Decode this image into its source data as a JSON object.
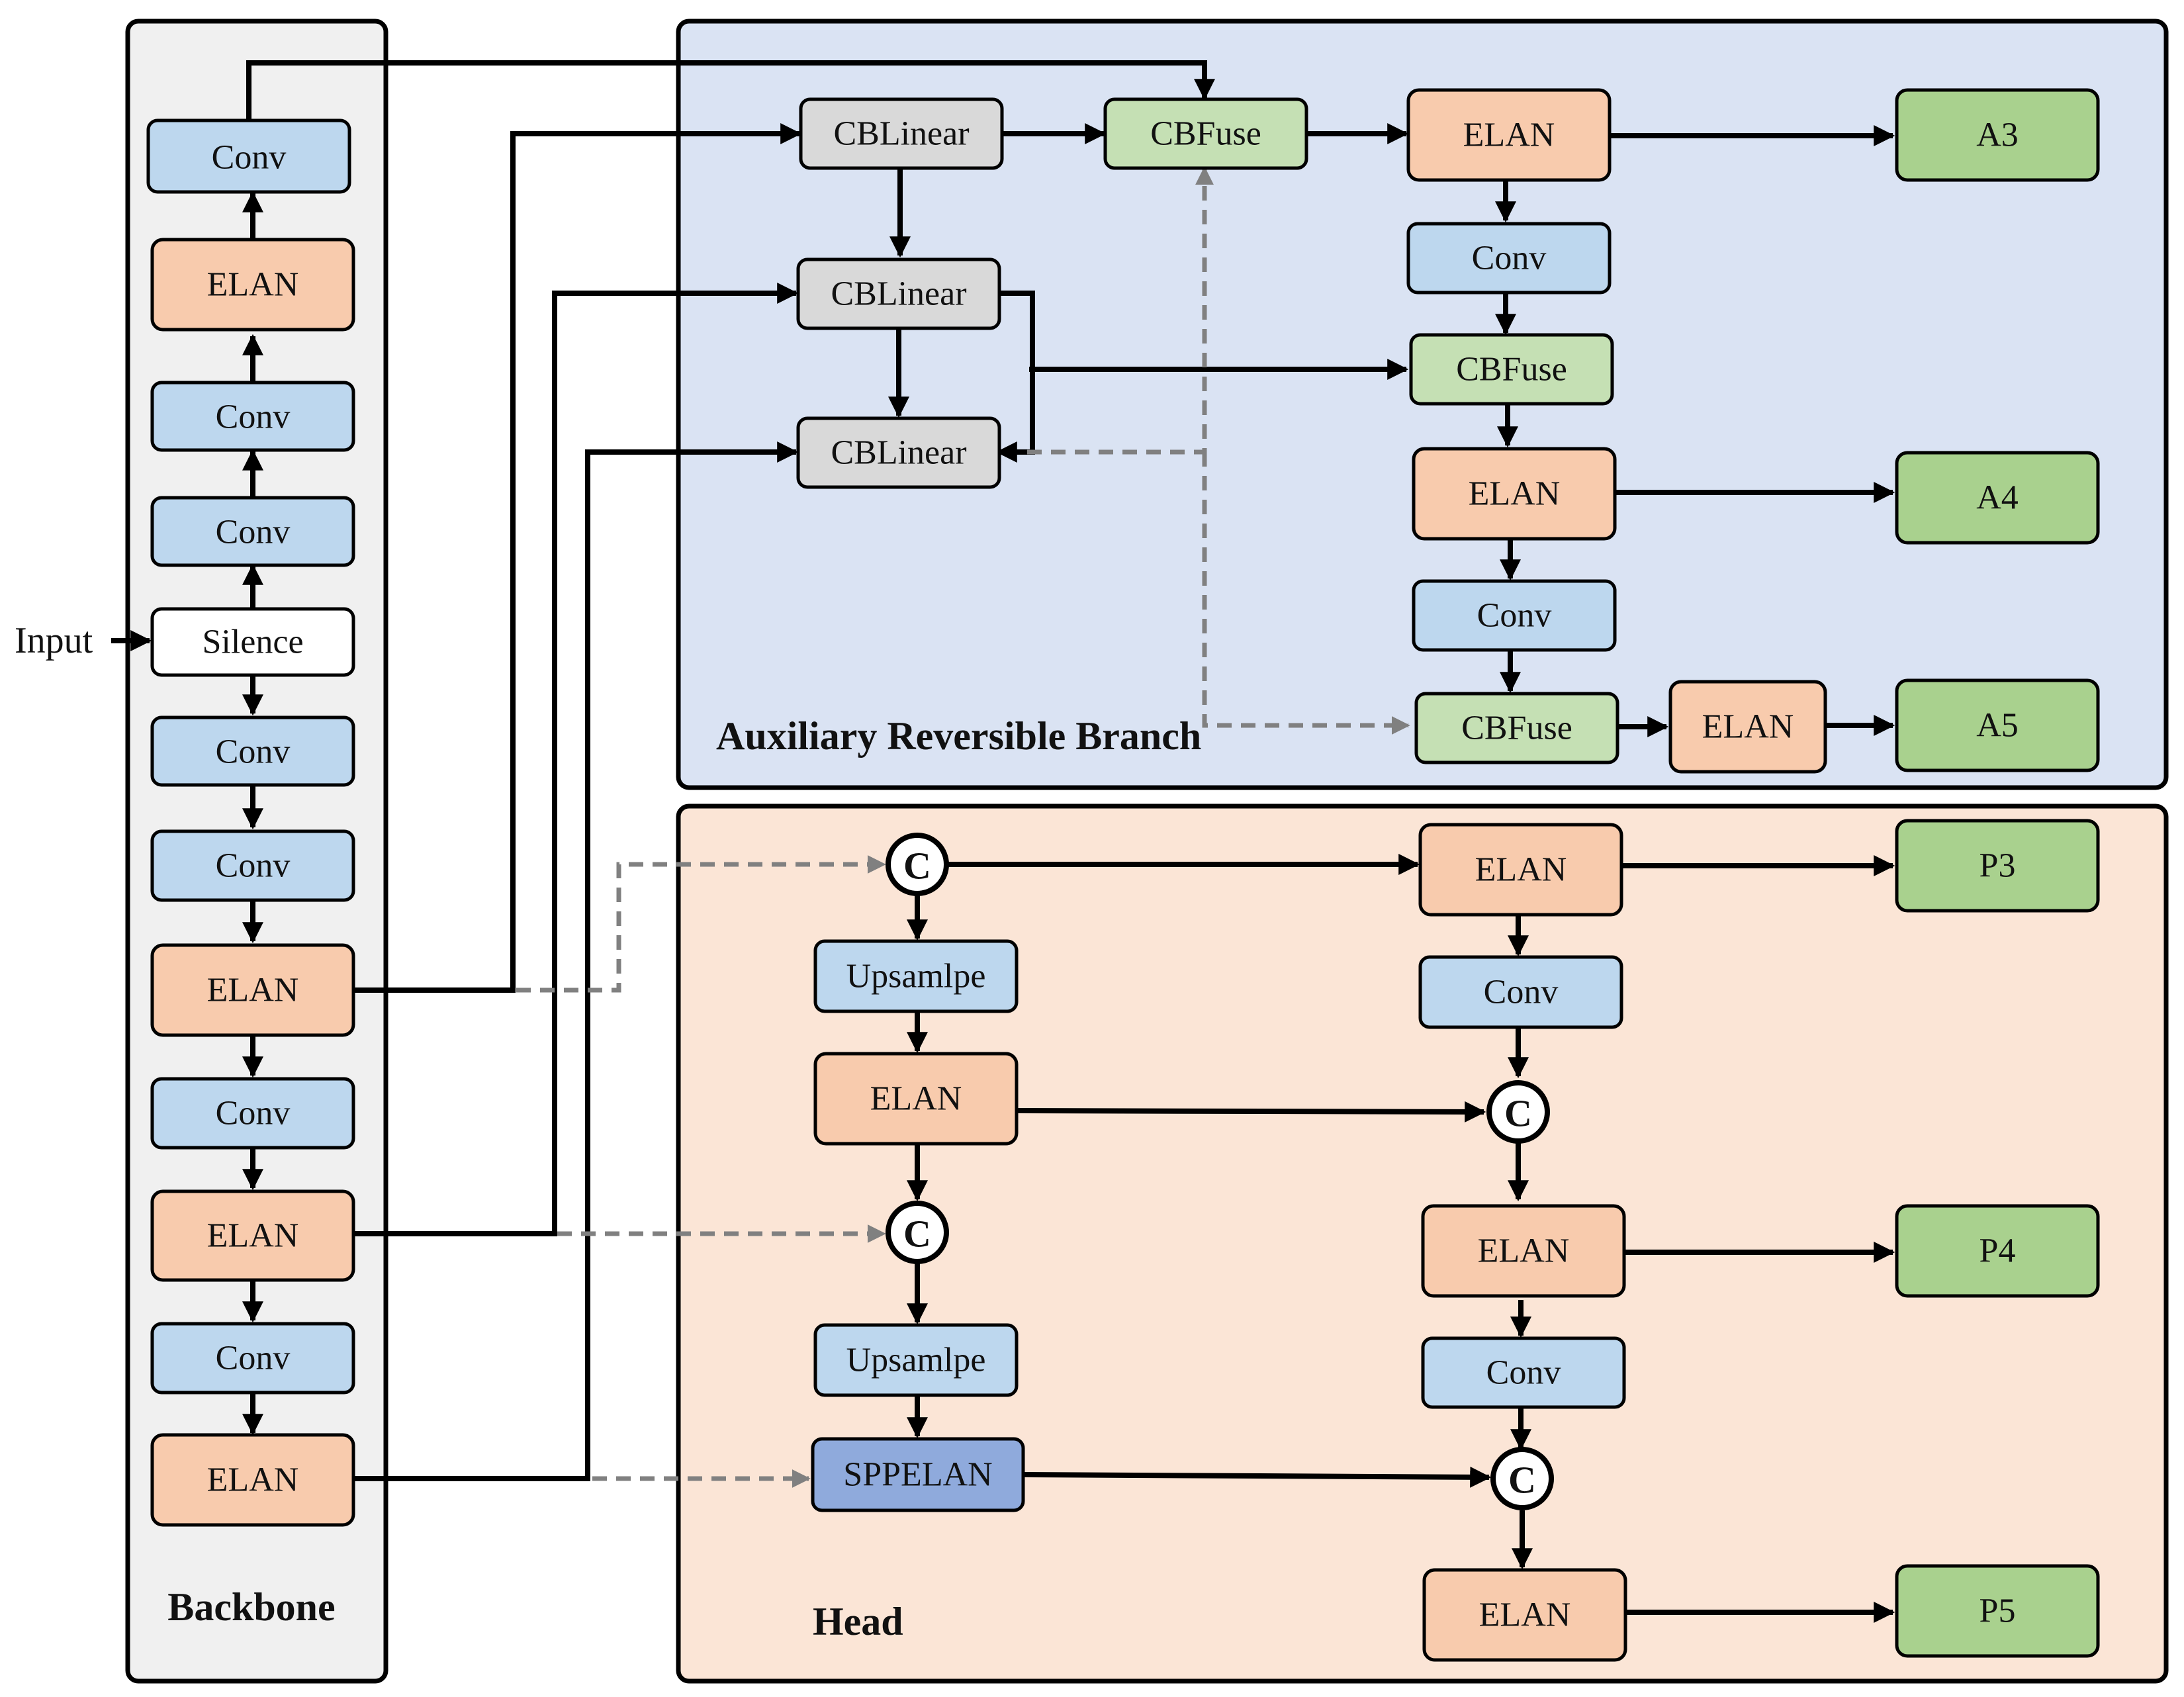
{
  "panels": {
    "backbone": "Backbone",
    "aux": "Auxiliary Reversible Branch",
    "head": "Head"
  },
  "input_label": "Input",
  "colors": {
    "backbone_panel": "#f0f0f0",
    "aux_panel": "#dae3f3",
    "head_panel": "#fbe5d6",
    "conv": "#bdd7ee",
    "elan": "#f8cbad",
    "cblinear": "#d9d9d9",
    "cbfuse": "#c5e0b4",
    "output": "#a9d18e",
    "silence": "#ffffff",
    "upsample": "#bdd7ee",
    "sppelan": "#8faadc",
    "dashed_line": "#808080"
  },
  "nodes": {
    "bb_conv_top": "Conv",
    "bb_elan_4": "ELAN",
    "bb_conv_up2": "Conv",
    "bb_conv_up1": "Conv",
    "bb_silence": "Silence",
    "bb_conv_1": "Conv",
    "bb_conv_2": "Conv",
    "bb_elan_1": "ELAN",
    "bb_conv_3": "Conv",
    "bb_elan_2": "ELAN",
    "bb_conv_4": "Conv",
    "bb_elan_3": "ELAN",
    "aux_cblinear_1": "CBLinear",
    "aux_cblinear_2": "CBLinear",
    "aux_cblinear_3": "CBLinear",
    "aux_cbfuse_1": "CBFuse",
    "aux_elan_1": "ELAN",
    "aux_a3": "A3",
    "aux_conv_1": "Conv",
    "aux_cbfuse_2": "CBFuse",
    "aux_elan_2": "ELAN",
    "aux_a4": "A4",
    "aux_conv_2": "Conv",
    "aux_cbfuse_3": "CBFuse",
    "aux_elan_3": "ELAN",
    "aux_a5": "A5",
    "head_concat_1": "C",
    "head_upsample_1": "Upsamlpe",
    "head_elan_1": "ELAN",
    "head_concat_2": "C",
    "head_upsample_2": "Upsamlpe",
    "head_sppelan": "SPPELAN",
    "head_elan_p3": "ELAN",
    "head_p3": "P3",
    "head_conv_1": "Conv",
    "head_concat_3": "C",
    "head_elan_p4": "ELAN",
    "head_p4": "P4",
    "head_conv_2": "Conv",
    "head_concat_4": "C",
    "head_elan_p5": "ELAN",
    "head_p5": "P5"
  }
}
